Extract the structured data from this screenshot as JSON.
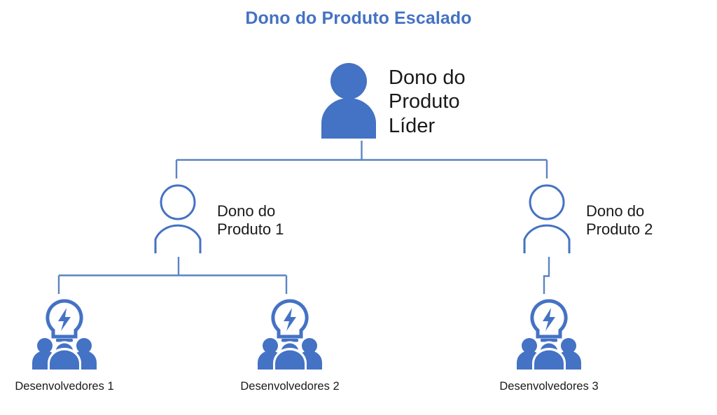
{
  "page": {
    "title": "Dono do Produto Escalado",
    "background_color": "#ffffff"
  },
  "colors": {
    "accent_blue": "#4472C4",
    "title_blue": "#4472C4",
    "connector_blue": "#5B84C4",
    "text_dark": "#1a1a1a"
  },
  "diagram": {
    "type": "org-chart",
    "levels": 3,
    "nodes": {
      "leader": {
        "label": "Dono do\nProduto\nLíder",
        "icon": "person-filled-icon",
        "level": 1
      },
      "po1": {
        "label": "Dono do\nProduto 1",
        "icon": "person-outline-icon",
        "level": 2
      },
      "po2": {
        "label": "Dono do\nProduto 2",
        "icon": "person-outline-icon",
        "level": 2
      },
      "team1": {
        "label": "Desenvolvedores 1",
        "icon": "team-lightbulb-icon",
        "level": 3
      },
      "team2": {
        "label": "Desenvolvedores 2",
        "icon": "team-lightbulb-icon",
        "level": 3
      },
      "team3": {
        "label": "Desenvolvedores 3",
        "icon": "team-lightbulb-icon",
        "level": 3
      }
    },
    "edges": [
      {
        "from": "leader",
        "to": "po1"
      },
      {
        "from": "leader",
        "to": "po2"
      },
      {
        "from": "po1",
        "to": "team1"
      },
      {
        "from": "po1",
        "to": "team2"
      },
      {
        "from": "po2",
        "to": "team3"
      }
    ]
  }
}
